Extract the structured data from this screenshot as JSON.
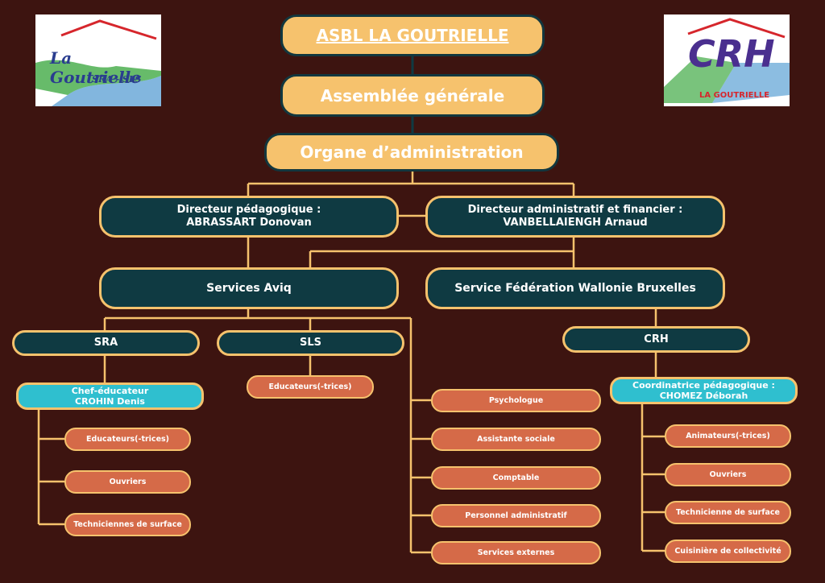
{
  "header": {
    "org_title": "ASBL LA GOUTRIELLE",
    "assembly": "Assemblée générale",
    "board": "Organe d’administration"
  },
  "logos": {
    "left": {
      "title": "La Goutrielle",
      "subtitle": "SRA - SLS"
    },
    "right": {
      "title": "CRH",
      "subtitle": "LA GOUTRIELLE"
    }
  },
  "directors": {
    "pedagogical": {
      "role": "Directeur pédagogique :",
      "name": "ABRASSART Donovan"
    },
    "admin": {
      "role": "Directeur administratif et financier :",
      "name": "VANBELLAIENGH Arnaud"
    }
  },
  "services": {
    "aviq": "Services Aviq",
    "fwb": "Service Fédération Wallonie Bruxelles"
  },
  "units": {
    "sra": "SRA",
    "sls": "SLS",
    "crh": "CRH"
  },
  "leads": {
    "sra": {
      "role": "Chef-éducateur",
      "name": "CROHIN Denis"
    },
    "crh": {
      "role": "Coordinatrice pédagogique :",
      "name": "CHOMEZ Déborah"
    }
  },
  "sra_staff": [
    "Educateurs(-trices)",
    "Ouvriers",
    "Techniciennes de surface"
  ],
  "sls_staff": [
    "Educateurs(-trices)"
  ],
  "shared_staff": [
    "Psychologue",
    "Assistante sociale",
    "Comptable",
    "Personnel administratif",
    "Services externes"
  ],
  "crh_staff": [
    "Animateurs(-trices)",
    "Ouvriers",
    "Technicienne de surface",
    "Cuisinière de collectivité"
  ],
  "colors": {
    "background": "#3d1410",
    "gold": "#f6c26d",
    "teal_dark": "#0f3a42",
    "cyan": "#2fbfcf",
    "orange": "#d56a48"
  }
}
